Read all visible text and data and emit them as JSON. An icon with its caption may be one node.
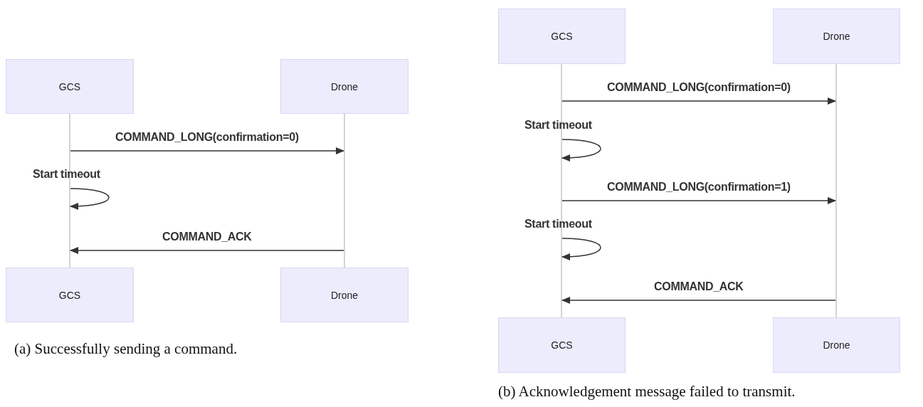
{
  "diagram": {
    "nodes": [
      {
        "text": [
          "GCS"
        ]
      },
      {
        "text": [
          "Drone"
        ]
      },
      {
        "text": [],
        "shape": "bar"
      },
      {
        "text": [],
        "shape": "bar"
      },
      {
        "text": [
          "GCS"
        ]
      },
      {
        "text": [
          "Drone"
        ]
      },
      {
        "text": [
          "GCS"
        ]
      },
      {
        "text": [
          "Drone"
        ]
      },
      {
        "text": [],
        "shape": "bar"
      },
      {
        "text": [],
        "shape": "bar"
      },
      {
        "text": [
          "GCS"
        ]
      },
      {
        "text": [
          "Drone"
        ]
      }
    ],
    "edges": [
      {
        "from": 2,
        "to": 3,
        "arrow": "to",
        "label": "COMMAND_LONG(confirmation=0)"
      },
      {
        "from": 2,
        "to": 2,
        "arrow": "to",
        "label": "Start timeout"
      },
      {
        "from": 3,
        "to": 2,
        "arrow": "to",
        "label": "COMMAND_ACK"
      },
      {
        "from": 8,
        "to": 9,
        "arrow": "to",
        "label": "COMMAND_LONG(confirmation=0)"
      },
      {
        "from": 8,
        "to": 8,
        "arrow": "to",
        "label": "Start timeout"
      },
      {
        "from": 8,
        "to": 9,
        "arrow": "to",
        "label": "COMMAND_LONG(confirmation=1)"
      },
      {
        "from": 8,
        "to": 8,
        "arrow": "to",
        "label": "Start timeout"
      },
      {
        "from": 9,
        "to": 8,
        "arrow": "to",
        "label": "COMMAND_ACK"
      }
    ],
    "labels": [
      "(a) Successfully sending a command.",
      "(b) Acknowledgement message failed to transmit."
    ]
  }
}
